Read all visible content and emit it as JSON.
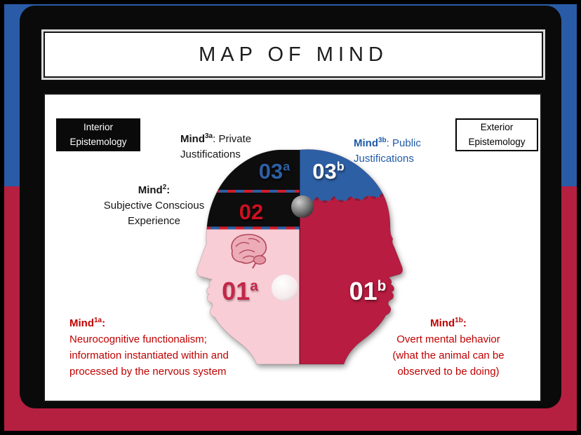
{
  "title": "MAP OF MIND",
  "legend": {
    "interior": "Interior Epistemology",
    "exterior": "Exterior Epistemology"
  },
  "labels": {
    "mind3a": {
      "base": "Mind",
      "sup": "3a",
      "tail": ": Private",
      "body": "Justifications"
    },
    "mind3b": {
      "base": "Mind",
      "sup": "3b",
      "tail": ": Public",
      "body": "Justifications"
    },
    "mind2": {
      "base": "Mind",
      "sup": "2",
      "tail": ":",
      "body": "Subjective Conscious Experience"
    },
    "mind1a": {
      "base": "Mind",
      "sup": "1a",
      "tail": ":",
      "body": "Neurocognitive functionalism; information instantiated within and processed by the nervous system"
    },
    "mind1b": {
      "base": "Mind",
      "sup": "1b",
      "tail": ":",
      "body": "Overt mental behavior (what the animal can be observed to be doing)"
    }
  },
  "head": {
    "regions": {
      "r03a": {
        "num": "03",
        "sup": "a"
      },
      "r03b": {
        "num": "03",
        "sup": "b"
      },
      "r02": {
        "num": "02",
        "sup": ""
      },
      "r01a": {
        "num": "01",
        "sup": "a"
      },
      "r01b": {
        "num": "01",
        "sup": "b"
      }
    }
  },
  "colors": {
    "bg_blue": "#2a5ba7",
    "bg_crimson": "#b51f40",
    "frame_black": "#0a0a0a",
    "head_pink": "#f8cdd5",
    "head_crimson": "#b81f41",
    "head_blue": "#2d5fa4",
    "head_black": "#0d0d0d",
    "num_blue": "#2d5fa4",
    "num_red": "#cf1020",
    "num_crimson": "#c22848",
    "text_red": "#c00000",
    "text_blue": "#1f5aa8",
    "dash_red": "#d01c2c",
    "dash_blue": "#2d5fa4"
  }
}
